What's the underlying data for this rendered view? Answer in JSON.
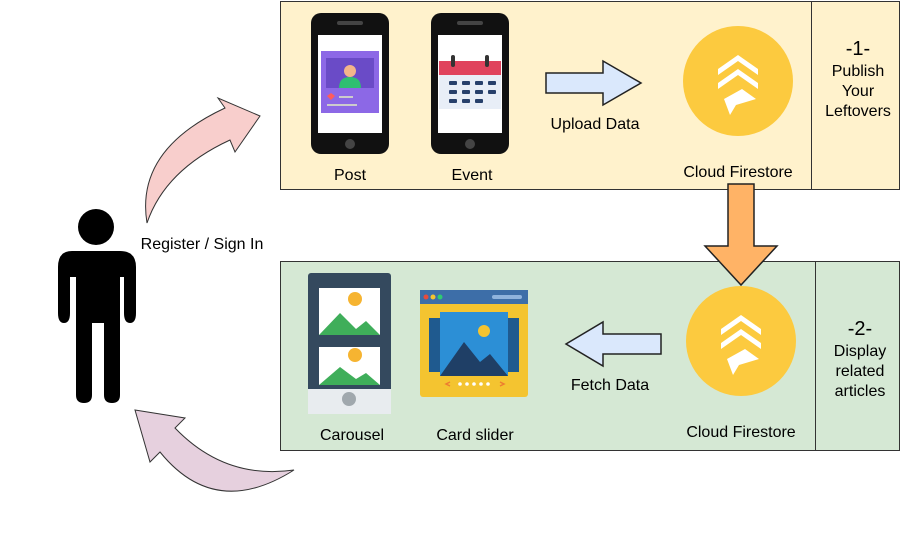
{
  "actor": {
    "label": "Register / Sign In"
  },
  "publish": {
    "items": [
      {
        "label": "Post",
        "icon": "phone-post-icon"
      },
      {
        "label": "Event",
        "icon": "phone-calendar-icon"
      }
    ],
    "action": "Upload Data",
    "service": {
      "label": "Cloud Firestore",
      "icon": "firestore-icon"
    },
    "step": {
      "number": "-1-",
      "lines": [
        "Publish",
        "Your",
        "Leftovers"
      ]
    }
  },
  "display": {
    "items": [
      {
        "label": "Carousel",
        "icon": "carousel-icon"
      },
      {
        "label": "Card slider",
        "icon": "card-slider-icon"
      }
    ],
    "action": "Fetch Data",
    "service": {
      "label": "Cloud Firestore",
      "icon": "firestore-icon"
    },
    "step": {
      "number": "-2-",
      "lines": [
        "Display",
        "related",
        "articles"
      ]
    }
  },
  "colors": {
    "publish_panel": "#fff2cc",
    "display_panel": "#d5e8d4",
    "firestore": "#fcca3f",
    "flow_arrow": "#dae8fc",
    "down_arrow": "#ffb366",
    "curve_up": "#f8cecc",
    "curve_down": "#e6d0de"
  }
}
